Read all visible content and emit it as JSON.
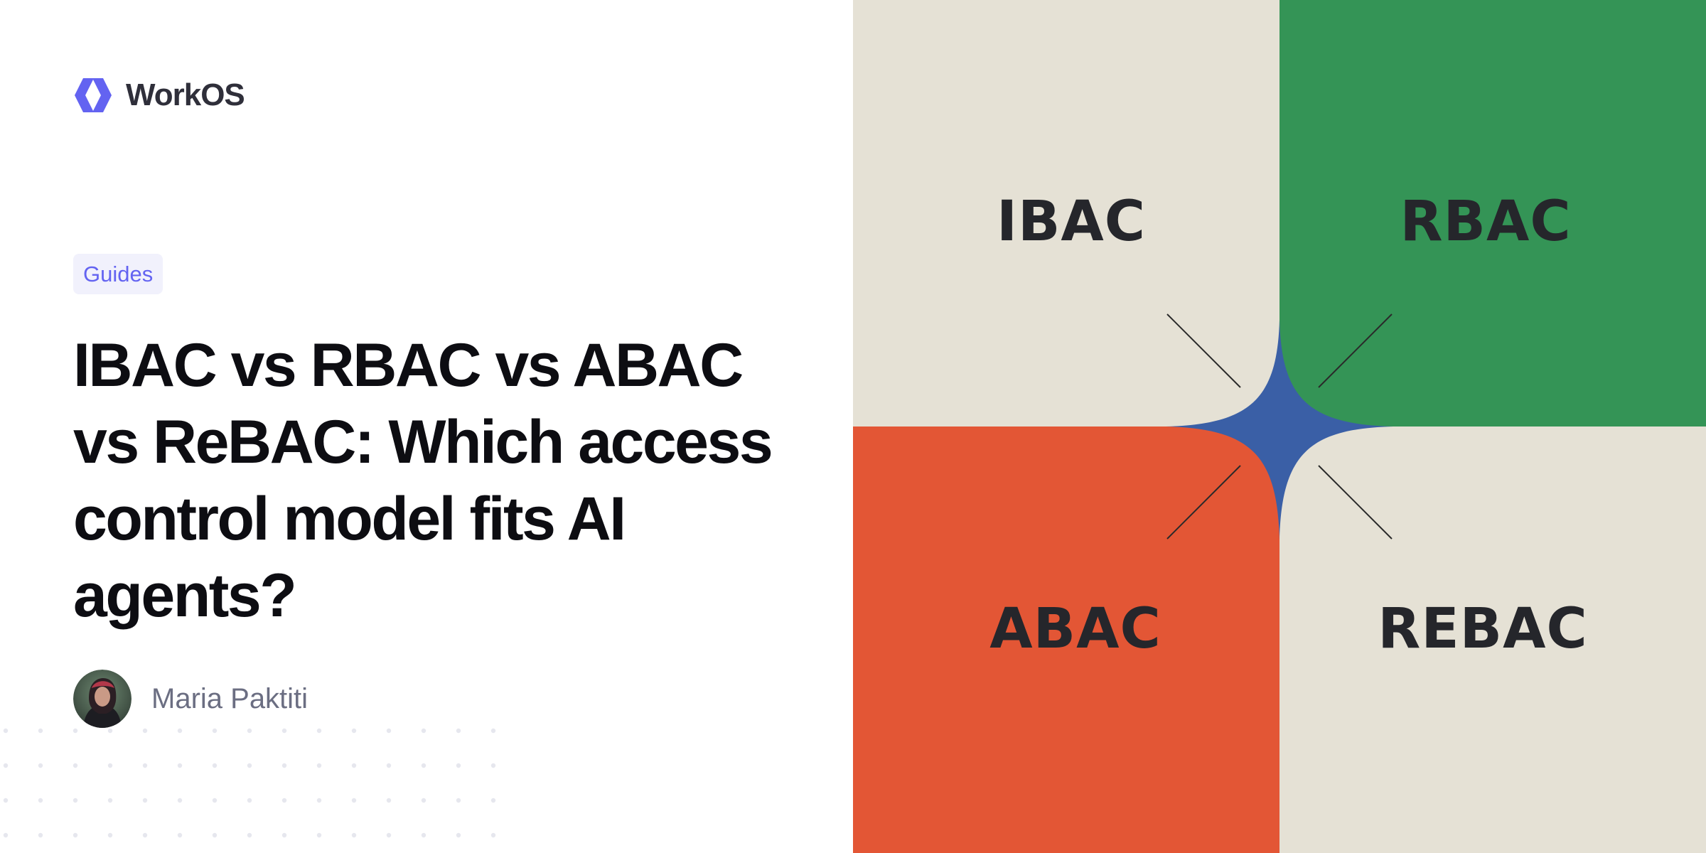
{
  "brand": {
    "name": "WorkOS",
    "logo_icon": "workos-logo-icon",
    "logo_color": "#6363f1"
  },
  "category": {
    "label": "Guides"
  },
  "article": {
    "title": "IBAC vs RBAC vs ABAC vs ReBAC: Which access control model fits AI agents?"
  },
  "author": {
    "name": "Maria Paktiti",
    "avatar_icon": "author-avatar-photo"
  },
  "illustration": {
    "quadrants": [
      {
        "label": "IBAC",
        "color": "#e5e1d5"
      },
      {
        "label": "RBAC",
        "color": "#349456"
      },
      {
        "label": "ABAC",
        "color": "#e35635"
      },
      {
        "label": "REBAC",
        "color": "#e5e1d5"
      }
    ],
    "center_accent_color": "#3a5fa6"
  }
}
